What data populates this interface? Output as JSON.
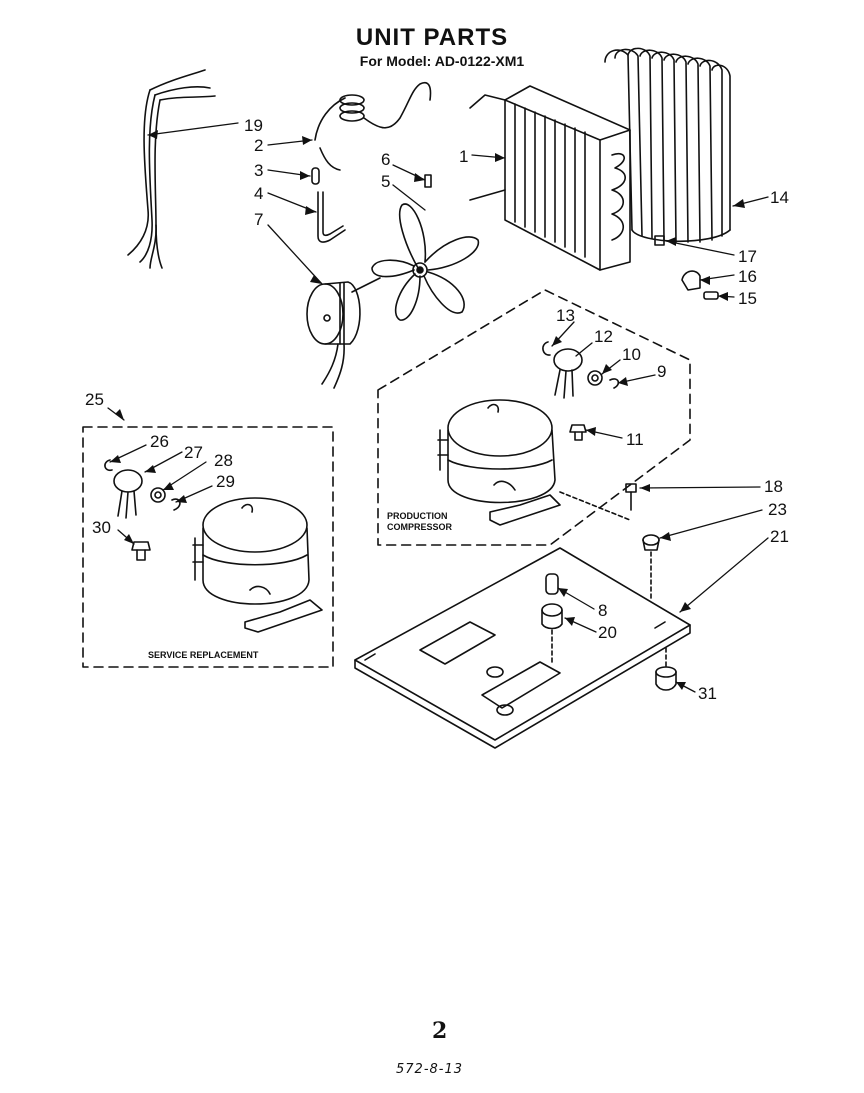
{
  "header": {
    "title": "UNIT PARTS",
    "subtitle": "For Model: AD-0122-XM1"
  },
  "footer": {
    "page_number": "2",
    "doc_code": "572-8-13"
  },
  "boxes": {
    "production": "PRODUCTION\nCOMPRESSOR",
    "production_line1": "PRODUCTION",
    "production_line2": "COMPRESSOR",
    "service": "SERVICE REPLACEMENT"
  },
  "callouts": {
    "c1": "1",
    "c2": "2",
    "c3": "3",
    "c4": "4",
    "c5": "5",
    "c6": "6",
    "c7": "7",
    "c8": "8",
    "c9": "9",
    "c10": "10",
    "c11": "11",
    "c12": "12",
    "c13": "13",
    "c14": "14",
    "c15": "15",
    "c16": "16",
    "c17": "17",
    "c18": "18",
    "c19": "19",
    "c20": "20",
    "c21": "21",
    "c23": "23",
    "c25": "25",
    "c26": "26",
    "c27": "27",
    "c28": "28",
    "c29": "29",
    "c30": "30",
    "c31": "31"
  }
}
